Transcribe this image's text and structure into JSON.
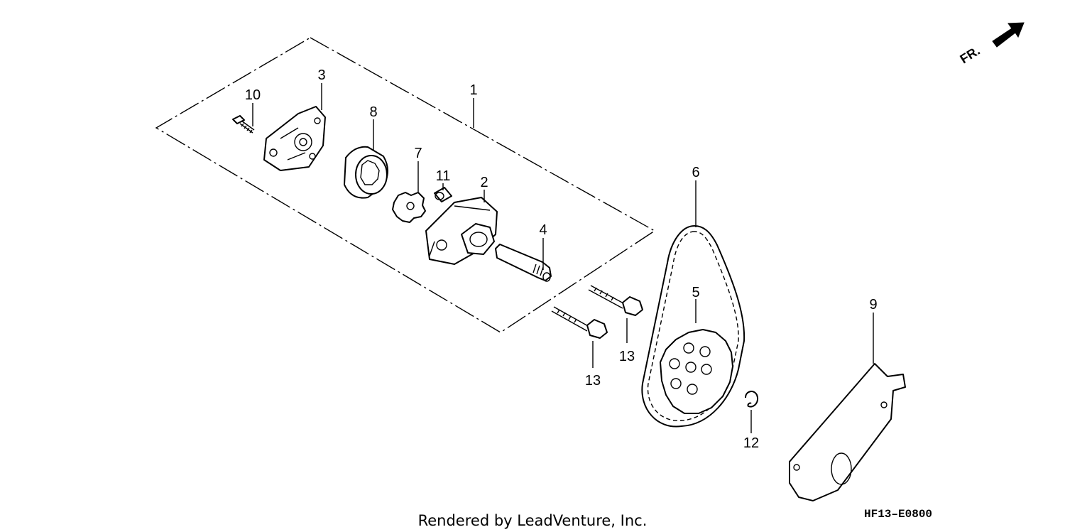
{
  "diagram": {
    "direction_label": "FR.",
    "diagram_code": "HF13–E0800",
    "footer_text": "Rendered by LeadVenture, Inc.",
    "callouts": {
      "c1": "1",
      "c2": "2",
      "c3": "3",
      "c4": "4",
      "c5": "5",
      "c6": "6",
      "c7": "7",
      "c8": "8",
      "c9": "9",
      "c10": "10",
      "c11": "11",
      "c12": "12",
      "c13a": "13",
      "c13b": "13"
    },
    "colors": {
      "line": "#000000",
      "background": "#ffffff"
    }
  }
}
